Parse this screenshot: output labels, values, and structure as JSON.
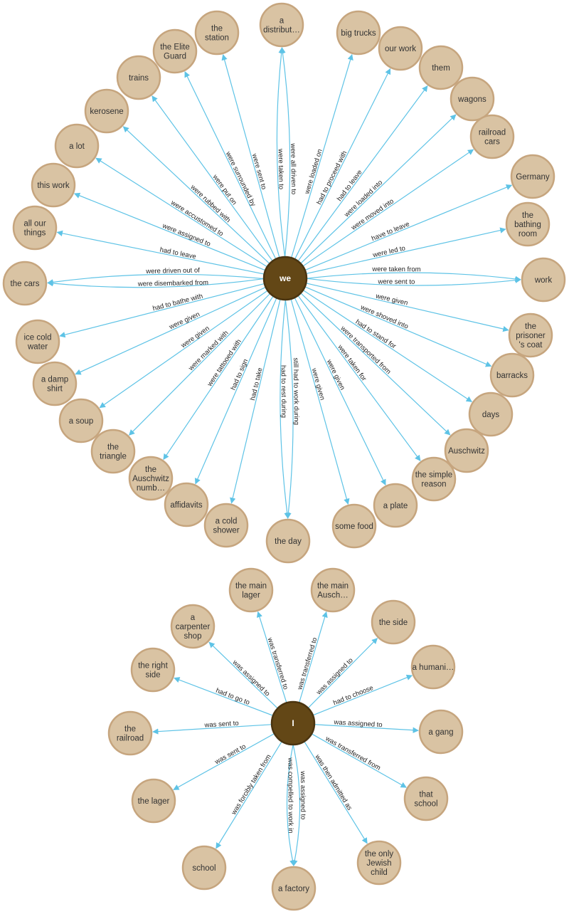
{
  "graphs": [
    {
      "hub": {
        "label": "we"
      },
      "edges": [
        {
          "target": "a distribut…",
          "label": "were taken to"
        },
        {
          "target": "big trucks",
          "label": "were loaded on"
        },
        {
          "target": "our work",
          "label": "had to proceed with"
        },
        {
          "target": "them",
          "label": "had to leave"
        },
        {
          "target": "wagons",
          "label": "were loaded into"
        },
        {
          "target": "railroad cars",
          "label": "were moved into"
        },
        {
          "target": "Germany",
          "label": "have to leave"
        },
        {
          "target": "the bathing room",
          "label": "were led to"
        },
        {
          "target": "work",
          "label": "were taken from"
        },
        {
          "target": "work",
          "label": "were sent to"
        },
        {
          "target": "the prisoner 's coat",
          "label": "were given"
        },
        {
          "target": "barracks",
          "label": "were shoved into"
        },
        {
          "target": "days",
          "label": "had to stand for"
        },
        {
          "target": "Auschwitz",
          "label": "were transported from"
        },
        {
          "target": "the simple reason",
          "label": "were taken for"
        },
        {
          "target": "a plate",
          "label": "were given"
        },
        {
          "target": "some food",
          "label": "were given"
        },
        {
          "target": "the day",
          "label": "still had to work during"
        },
        {
          "target": "the day",
          "label": "had to rest during"
        },
        {
          "target": "a cold shower",
          "label": "had to take"
        },
        {
          "target": "affidavits",
          "label": "had to sign"
        },
        {
          "target": "the Auschwitz numb…",
          "label": "were tattooed with"
        },
        {
          "target": "the triangle",
          "label": "were marked with"
        },
        {
          "target": "a soup",
          "label": "were given"
        },
        {
          "target": "a damp shirt",
          "label": "were given"
        },
        {
          "target": "ice cold water",
          "label": "had to bathe with"
        },
        {
          "target": "the cars",
          "label": "were disembarked from"
        },
        {
          "target": "the cars",
          "label": "were driven out of"
        },
        {
          "target": "all our things",
          "label": "had to leave"
        },
        {
          "target": "this work",
          "label": "were assigned to"
        },
        {
          "target": "a lot",
          "label": "were accustomed to"
        },
        {
          "target": "kerosene",
          "label": "were rubbed with"
        },
        {
          "target": "trains",
          "label": "were put on"
        },
        {
          "target": "the Elite Guard",
          "label": "were surrounded by"
        },
        {
          "target": "the station",
          "label": "were sent to"
        },
        {
          "target": "a distribut…",
          "label": "were all driven to"
        }
      ]
    },
    {
      "hub": {
        "label": "I"
      },
      "edges": [
        {
          "target": "the main Ausch…",
          "label": "was transferred to"
        },
        {
          "target": "the side",
          "label": "was assigned to"
        },
        {
          "target": "a humani…",
          "label": "had to choose"
        },
        {
          "target": "a gang",
          "label": "was assigned to"
        },
        {
          "target": "that school",
          "label": "was transferred from"
        },
        {
          "target": "the only Jewish child",
          "label": "was then admitted as"
        },
        {
          "target": "a factory",
          "label": "was assigned to"
        },
        {
          "target": "a factory",
          "label": "was compelled to work in"
        },
        {
          "target": "school",
          "label": "was forcibly taken from"
        },
        {
          "target": "the lager",
          "label": "was sent to"
        },
        {
          "target": "the railroad",
          "label": "was sent to"
        },
        {
          "target": "the right side",
          "label": "had to go to"
        },
        {
          "target": "a carpenter shop",
          "label": "was assigned to"
        },
        {
          "target": "the main lager",
          "label": "was transferred to"
        }
      ]
    }
  ],
  "colors": {
    "edge": "#5ec3e6",
    "node_fill": "#d9c3a3",
    "node_stroke": "#c6a57e",
    "hub_fill": "#634716",
    "hub_stroke": "#4a3410",
    "node_text": "#333333",
    "hub_text": "#ffffff"
  }
}
